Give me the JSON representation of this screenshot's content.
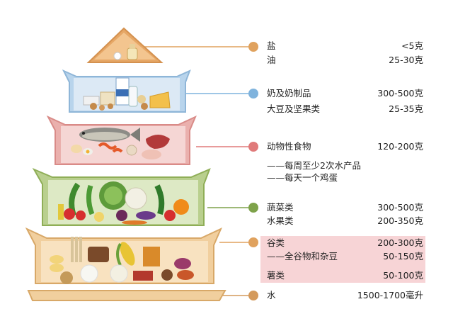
{
  "colors": {
    "salt": "#e0a25e",
    "dairy": "#7fb3dd",
    "meat": "#e07a7a",
    "veg": "#7ea24a",
    "grain": "#e0a25e",
    "water": "#d49a5c",
    "highlight": "#f7d4d6"
  },
  "tiers": {
    "salt_oil": {
      "items": [
        {
          "name": "盐",
          "amount": "<5克"
        },
        {
          "name": "油",
          "amount": "25-30克"
        }
      ]
    },
    "dairy_soy": {
      "items": [
        {
          "name": "奶及奶制品",
          "amount": "300-500克"
        },
        {
          "name": "大豆及坚果类",
          "amount": "25-35克"
        }
      ]
    },
    "animal": {
      "items": [
        {
          "name": "动物性食物",
          "amount": "120-200克"
        }
      ],
      "notes": [
        "——每周至少2次水产品",
        "——每天一个鸡蛋"
      ]
    },
    "veg_fruit": {
      "items": [
        {
          "name": "蔬菜类",
          "amount": "300-500克"
        },
        {
          "name": "水果类",
          "amount": "200-350克"
        }
      ]
    },
    "grain": {
      "items": [
        {
          "name": "谷类",
          "amount": "200-300克"
        },
        {
          "name": "——全谷物和杂豆",
          "amount": "50-150克"
        },
        {
          "name": "薯类",
          "amount": "50-100克"
        }
      ]
    },
    "water": {
      "items": [
        {
          "name": "水",
          "amount": "1500-1700毫升"
        }
      ]
    }
  },
  "icons": [
    "salt-shaker-icon",
    "milk-carton-icon",
    "fish-icon",
    "cabbage-icon",
    "corn-icon",
    "bread-icon"
  ]
}
